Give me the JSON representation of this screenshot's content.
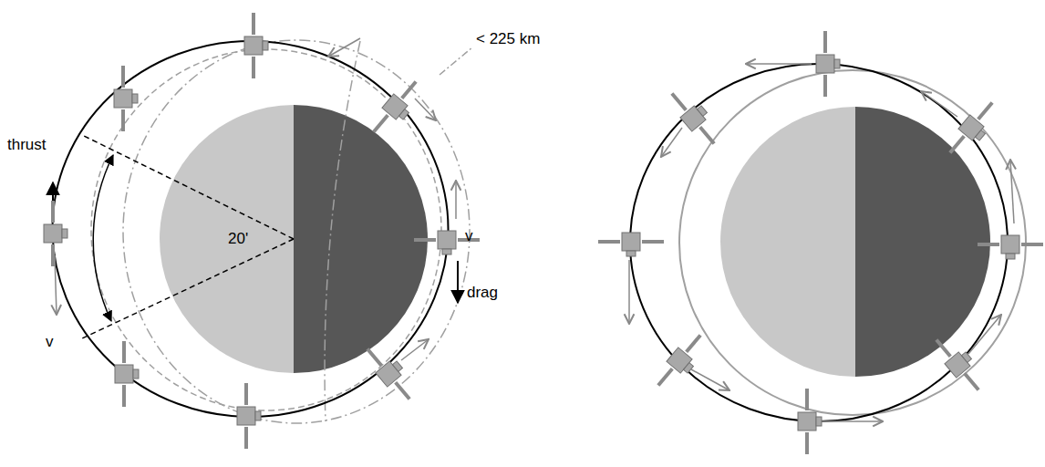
{
  "diagram": {
    "labels": [
      "< 225 km",
      "thrust",
      "v",
      "20'",
      "drag",
      "v"
    ]
  }
}
